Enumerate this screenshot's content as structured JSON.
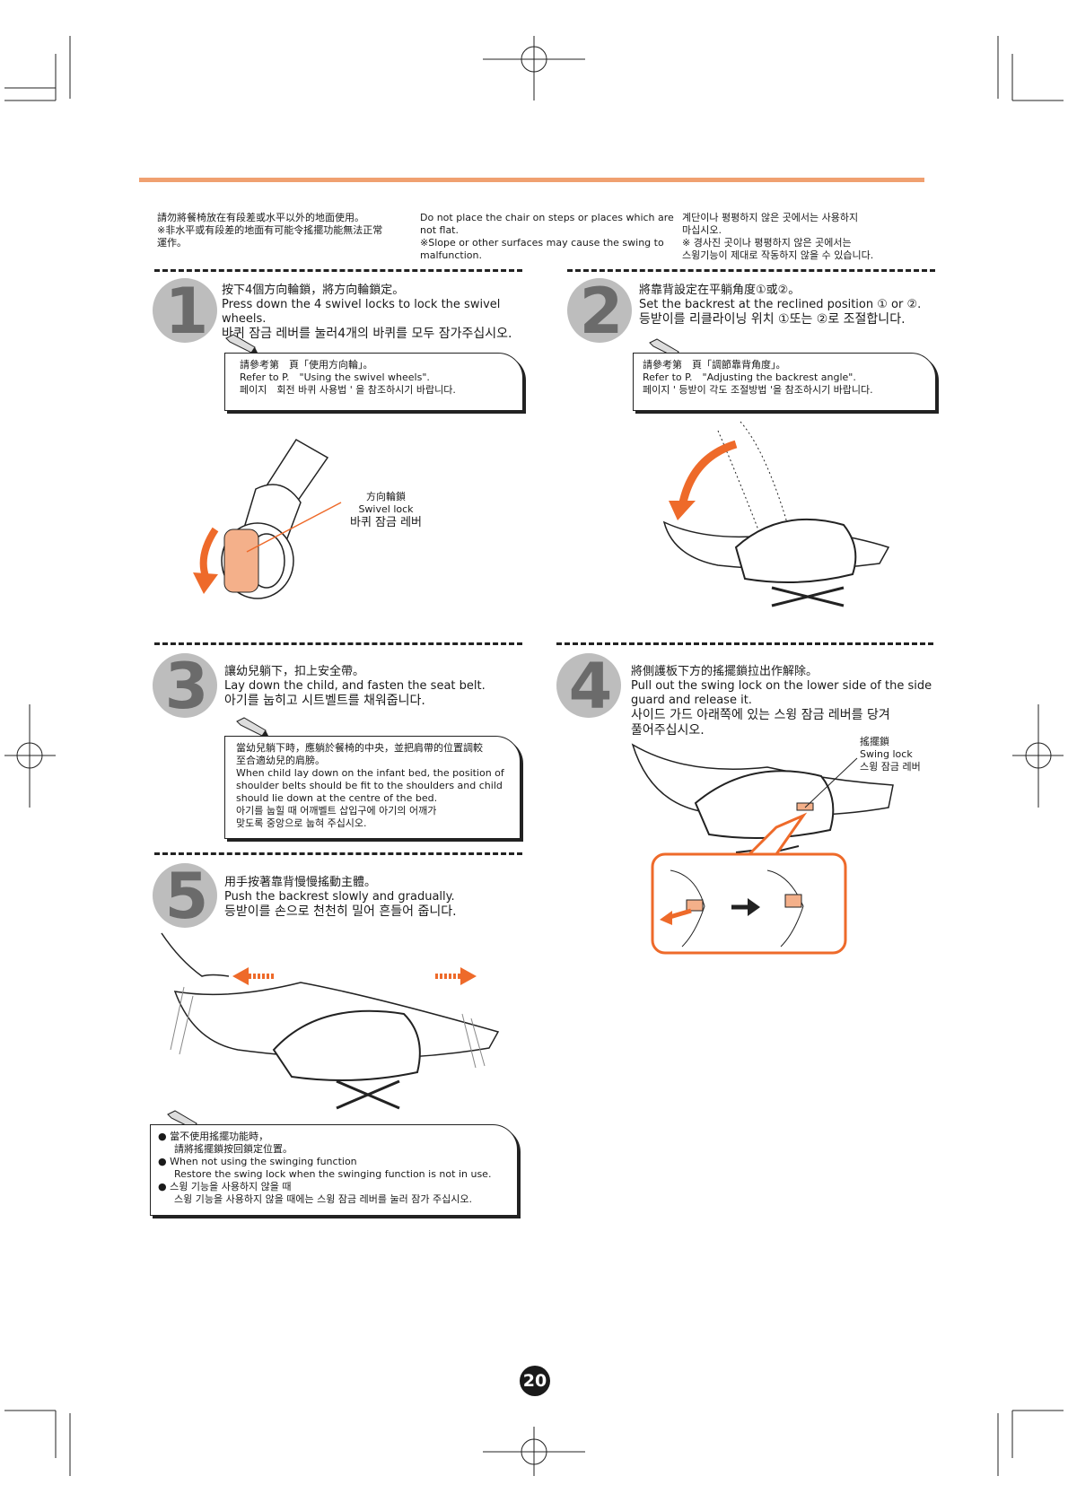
{
  "intro": {
    "zh_1": "請勿將餐椅放在有段差或水平以外的地面使用。",
    "zh_2": "※非水平或有段差的地面有可能令搖擺功能無法正常",
    "zh_3": "運作。",
    "en_1": "Do not place the chair on steps or places which are",
    "en_2": "not flat.",
    "en_3": "※Slope or other surfaces may cause the swing to",
    "en_4": "malfunction.",
    "ko_1": "계단이나 평평하지 않은 곳에서는 사용하지",
    "ko_2": "마십시오.",
    "ko_3": "※ 경사진 곳이나 평평하지 않은 곳에서는",
    "ko_4": "스윙기능이 제대로 작동하지 않을 수 있습니다."
  },
  "step1": {
    "number": "1",
    "zh": "按下4個方向輪鎖，將方向輪鎖定。",
    "en": "Press down the 4 swivel locks to lock the swivel wheels.",
    "ko": "바퀴 잠금 레버를 눌러4개의 바퀴를 모두 잠가주십시오.",
    "note_zh": "請參考第　頁「使用方向輪」。",
    "note_en": "Refer to P.　\"Using the swivel wheels\".",
    "note_ko": "페이지　회전 바퀴 사용법 ' 을 참조하시기 바랍니다.",
    "label_zh": "方向輪鎖",
    "label_en": "Swivel lock",
    "label_ko": "바퀴 잠금 레버"
  },
  "step2": {
    "number": "2",
    "zh": "將靠背設定在平躺角度①或②。",
    "en": "Set the backrest at the reclined position ① or ②.",
    "ko": "등받이를 리클라이닝 위치 ①또는 ②로 조절합니다.",
    "note_zh": "請參考第　頁「調節靠背角度」。",
    "note_en": "Refer to P.　\"Adjusting the backrest angle\".",
    "note_ko": "페이지 ' 등받이 각도 조절방법 '을 참조하시기 바랍니다."
  },
  "step3": {
    "number": "3",
    "zh": "讓幼兒躺下，扣上安全帶。",
    "en": "Lay down the child, and fasten the seat belt.",
    "ko": "아기를 눕히고 시트벨트를 채워줍니다.",
    "note_1": "當幼兒躺下時，應躺於餐椅的中央，並把肩帶的位置調較",
    "note_2": "至合適幼兒的肩膀。",
    "note_3": "When child lay down on the infant bed, the position of",
    "note_4": "shoulder belts should be fit to the shoulders and child",
    "note_5": "should lie down at the centre of the bed.",
    "note_6": "아기를 눕힐 때 어깨벨트 삽입구에 아기의 어깨가",
    "note_7": "맞도록 중앙으로 눕혀 주십시오."
  },
  "step4": {
    "number": "4",
    "zh": "將側護板下方的搖擺鎖拉出作解除。",
    "en_1": "Pull out the swing lock on the lower side of the side",
    "en_2": "guard  and release it.",
    "ko_1": "사이드 가드 아래쪽에 있는 스윙 잠금 레버를 당겨",
    "ko_2": "풀어주십시오.",
    "label_zh": "搖擺鎖",
    "label_en": "Swing lock",
    "label_ko": "스윙 잠금 레버"
  },
  "step5": {
    "number": "5",
    "zh": "用手按著靠背慢慢搖動主體。",
    "en": "Push the backrest slowly and gradually.",
    "ko": "등받이를 손으로 천천히 밀어 흔들어 줍니다."
  },
  "bottom_note": {
    "zh_1": "當不使用搖擺功能時，",
    "zh_2": "請將搖擺鎖按回鎖定位置。",
    "en_1": "When not using the swinging function",
    "en_2": "Restore the swing lock when the swinging function is not in use.",
    "ko_1": "스윙 기능을 사용하지 않을 때",
    "ko_2": "스윙 기능을 사용하지 않을 때에는 스윙 잠금 레버를 눌러 잠가 주십시오."
  },
  "page_number": "20",
  "colors": {
    "accent": "#f0a070",
    "arrow": "#ee6a2a",
    "circle": "#bdbdbd"
  }
}
